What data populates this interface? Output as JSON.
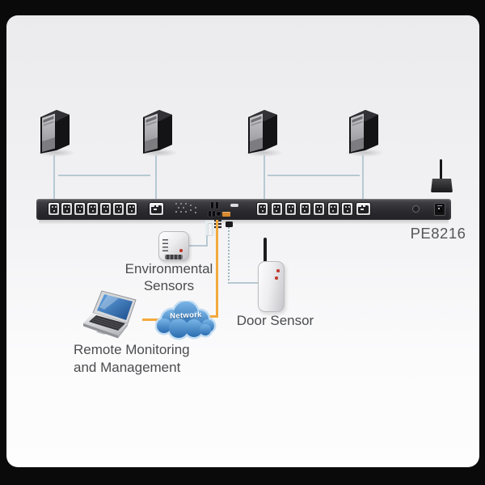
{
  "labels": {
    "model": "PE8216",
    "environmental_sensors": [
      "Environmental",
      "Sensors"
    ],
    "door_sensor": "Door Sensor",
    "remote_monitoring": [
      "Remote Monitoring",
      "and Management"
    ],
    "network": "Network"
  },
  "pdu": {
    "model": "PE8216",
    "outlet_groups": [
      {
        "side": "left",
        "small_outlets": 7,
        "large_outlets": 1
      },
      {
        "side": "right",
        "small_outlets": 7,
        "large_outlets": 1
      }
    ]
  },
  "devices": {
    "server_count": 4,
    "environmental_sensor": "environmental-sensor-module",
    "door_sensor": "wireless-door-sensor",
    "laptop": "remote-management-laptop",
    "antenna": "external-antenna",
    "network_cloud": "network-cloud"
  },
  "colors": {
    "frame": "#0a0a0b",
    "pdu_dark": "#2c2c30",
    "cable_orange": "#f2a93c",
    "port_orange": "#d88a2e",
    "line_blue": "#b7c9d2",
    "line_dotted": "#9fb6c0",
    "cloud_blue_light": "#7ab5e6",
    "cloud_blue_dark": "#2a6cb0",
    "red_indicator": "#c0392b",
    "text": "#4b4c4e"
  }
}
